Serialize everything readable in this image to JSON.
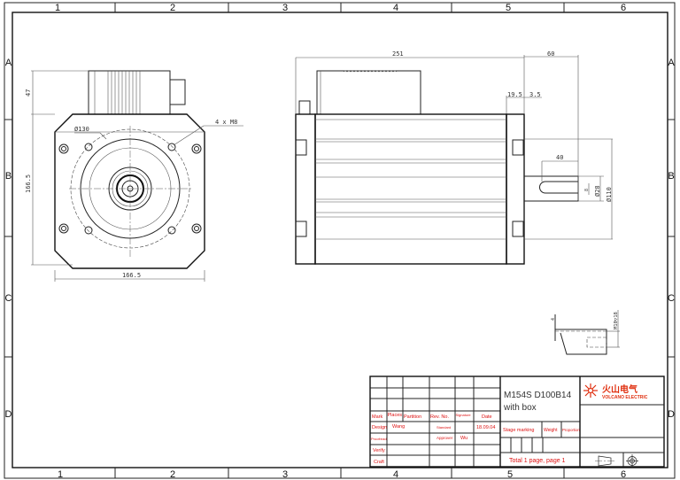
{
  "frame": {
    "columns": [
      "1",
      "2",
      "3",
      "4",
      "5",
      "6"
    ],
    "rows": [
      "A",
      "B",
      "C",
      "D"
    ]
  },
  "front_view": {
    "dims": {
      "connector_height": "47",
      "height": "166.5",
      "width": "166.5",
      "pitch_circle": "Ø130",
      "holes": "4 x  M8"
    }
  },
  "side_view": {
    "dims": {
      "length": "251",
      "shaft_length": "60",
      "flange": "19.5",
      "step": "3.5",
      "key_length": "40",
      "key_width": "8",
      "shaft_dia": "Ø28",
      "pilot_dia": "Ø110"
    }
  },
  "detail_view": {
    "thread": "M10▽18",
    "mark": "4"
  },
  "title_block": {
    "headers": {
      "mark": "Mark",
      "places": "Places",
      "partition": "Partition",
      "rev_no": "Rev. No.",
      "signature": "Signature",
      "date": "Date"
    },
    "rows": {
      "design": "Design",
      "designer": "Wang",
      "standard": "Standard",
      "date_value": "18.09.04",
      "proofread": "Proofread",
      "approver": "Approver",
      "approver_name": "Wu",
      "verify": "Verify",
      "craft": "Craft"
    },
    "title_line1": "M154S D100B14",
    "title_line2": "with box",
    "stage_marking": "Stage marking",
    "weight": "Weight",
    "proportion": "Proportion",
    "pages": "Total 1 page, page 1",
    "logo_cn": "火山电气",
    "logo_en": "VOLCANO ELECTRIC",
    "brand_color": "#e03010"
  }
}
